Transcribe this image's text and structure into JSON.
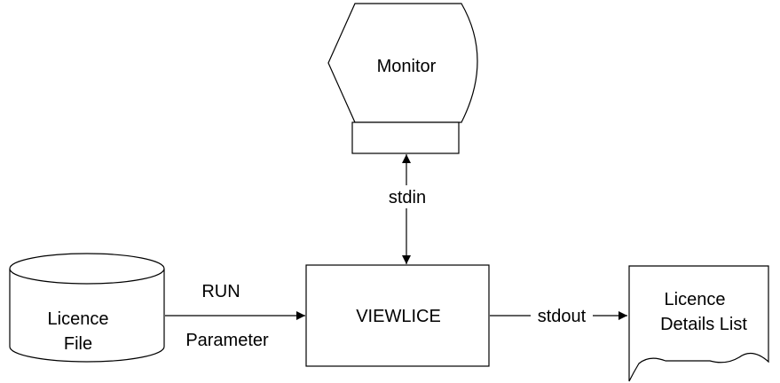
{
  "diagram": {
    "monitor": {
      "label": "Monitor"
    },
    "program": {
      "label": "VIEWLICE"
    },
    "licence_file": {
      "line1": "Licence",
      "line2": "File"
    },
    "details_list": {
      "line1": "Licence",
      "line2": "Details List"
    },
    "edges": {
      "stdin_label": "stdin",
      "run_label": "RUN",
      "parameter_label": "Parameter",
      "stdout_label": "stdout"
    },
    "colors": {
      "stroke": "#000000",
      "fill": "#ffffff"
    }
  }
}
